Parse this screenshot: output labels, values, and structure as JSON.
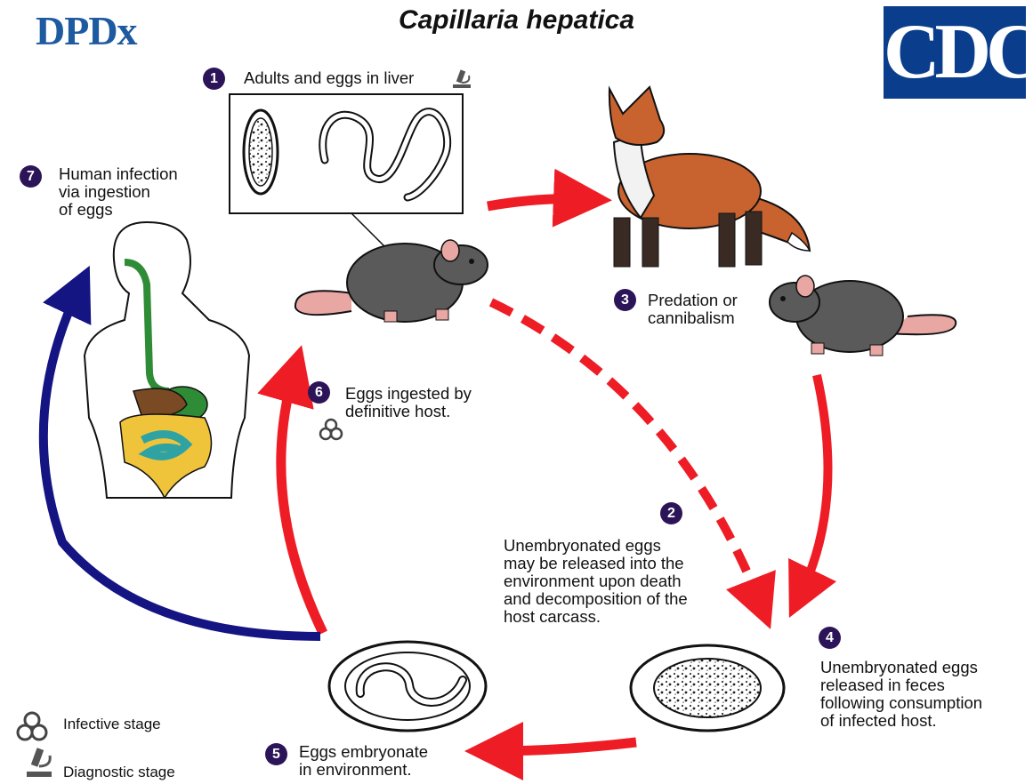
{
  "header": {
    "title": "Capillaria hepatica",
    "left_logo_text": "DPDx",
    "right_logo_text": "CDC"
  },
  "stages": [
    {
      "number": "1",
      "text": "Adults and eggs in liver",
      "icon": "diagnostic-stage-icon"
    },
    {
      "number": "2",
      "text": "Unembryonated eggs\nmay be released into the\nenvironment upon death\nand decomposition of the\nhost carcass."
    },
    {
      "number": "3",
      "text": "Predation or\ncannibalism"
    },
    {
      "number": "4",
      "text": "Unembryonated eggs\nreleased in feces\nfollowing consumption\nof infected host."
    },
    {
      "number": "5",
      "text": "Eggs embryonate\nin environment."
    },
    {
      "number": "6",
      "text": "Eggs ingested by\ndefinitive host.",
      "icon": "infective-stage-icon"
    },
    {
      "number": "7",
      "text": "Human infection\nvia ingestion\nof eggs"
    }
  ],
  "legend": [
    {
      "icon": "biohazard-icon",
      "label": "Infective stage"
    },
    {
      "icon": "microscope-icon",
      "label": "Diagnostic stage"
    }
  ],
  "colors": {
    "cycle_arrow": "#ee1c25",
    "human_arrow": "#141482",
    "number_badge": "#2c1458",
    "dpdx_blue": "#1d5aa0",
    "cdc_blue": "#0a3e8c"
  }
}
